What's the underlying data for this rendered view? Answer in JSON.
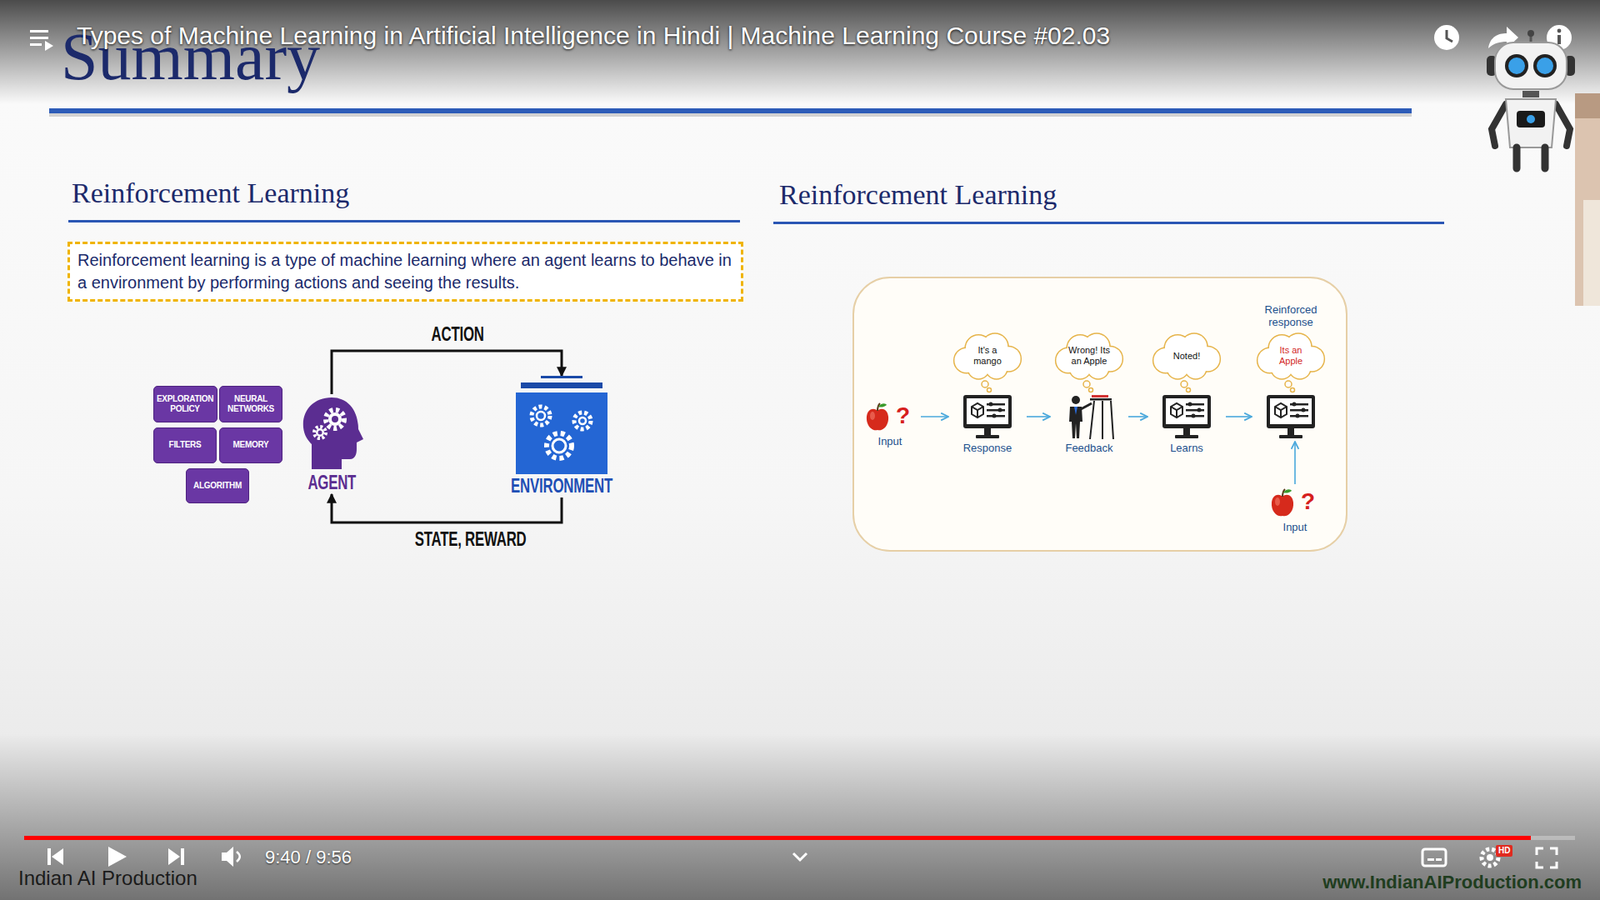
{
  "diagram": {
    "title": "Summary",
    "nodes": [
      {
        "text": [
          "Reinforcement learning is a type of machine learning where an agent learns to behave in a environment by performing actions and seeing the results."
        ]
      },
      {
        "text": [
          "EXPLORATION POLICY"
        ]
      },
      {
        "text": [
          "NEURAL NETWORKS"
        ]
      },
      {
        "text": [
          "FILTERS"
        ]
      },
      {
        "text": [
          "MEMORY"
        ]
      },
      {
        "text": [
          "ALGORITHM"
        ]
      },
      {
        "text": [
          "AGENT"
        ]
      },
      {
        "text": [
          "ENVIRONMENT"
        ]
      },
      {
        "text": [
          "Input"
        ]
      },
      {
        "text": [
          "It's a mango",
          "Response"
        ]
      },
      {
        "text": [
          "Wrong! Its an Apple",
          "Feedback"
        ]
      },
      {
        "text": [
          "Noted!",
          "Learns"
        ]
      },
      {
        "text": [
          "Reinforced response",
          "Its an Apple"
        ]
      },
      {
        "text": [
          "Input"
        ]
      }
    ],
    "edges": [
      {
        "from": 6,
        "to": 7,
        "label": "ACTION",
        "arrow": "to"
      },
      {
        "from": 7,
        "to": 6,
        "label": "STATE, REWARD",
        "arrow": "to"
      },
      {
        "from": 8,
        "to": 9,
        "arrow": "to"
      },
      {
        "from": 9,
        "to": 10,
        "arrow": "to"
      },
      {
        "from": 10,
        "to": 11,
        "arrow": "to"
      },
      {
        "from": 11,
        "to": 12,
        "arrow": "to"
      },
      {
        "from": 13,
        "to": 12,
        "arrow": "to"
      }
    ],
    "labels": [
      "Types of Machine Learning in Artificial Intelligence in Hindi | Machine Learning Course #02.03",
      "Reinforcement Learning",
      "Reinforcement Learning",
      "?",
      "?",
      "9:40 / 9:56",
      "Indian AI Production",
      "HD",
      "www.IndianAIProduction.com"
    ]
  }
}
